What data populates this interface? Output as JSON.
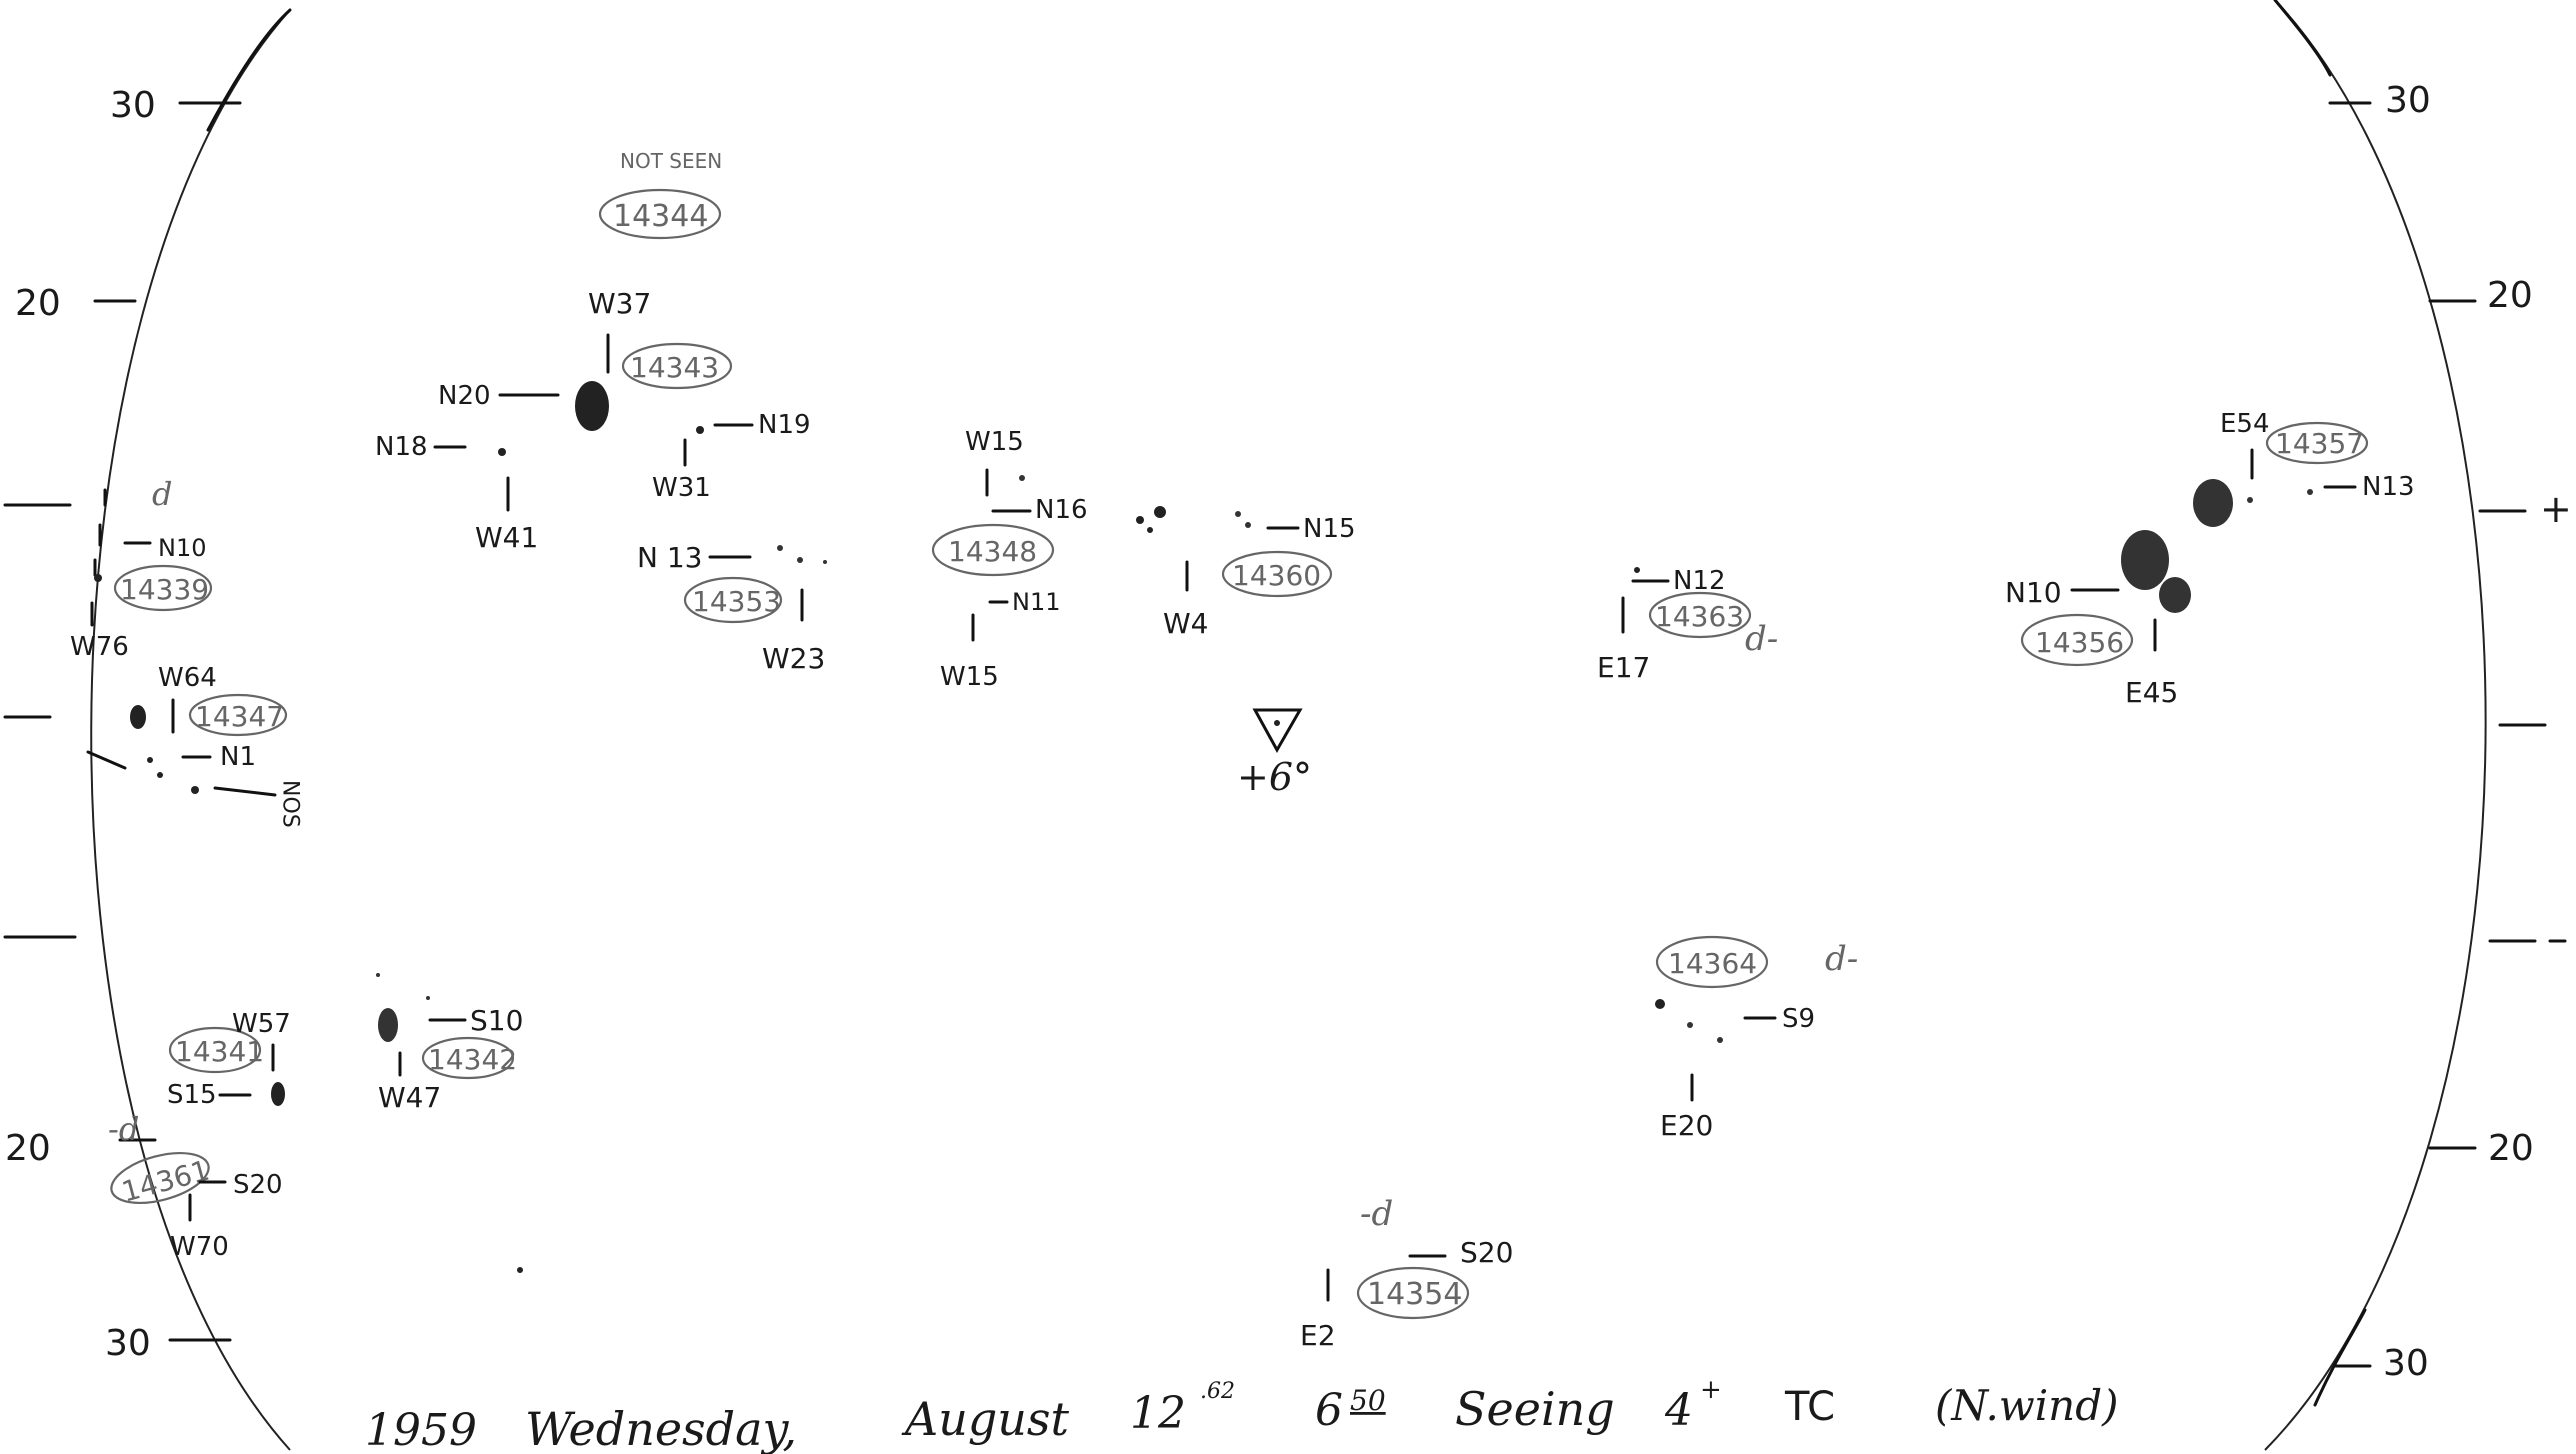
{
  "scale_labels": {
    "left_top30": "30",
    "left_top20": "20",
    "left_bottom20": "20",
    "left_bottom30": "30",
    "right_top30": "30",
    "right_top20": "20",
    "right_bottom20": "20",
    "right_bottom30": "30",
    "right_plus": "+"
  },
  "regions": [
    {
      "number": "14344",
      "status": "NOT SEEN"
    },
    {
      "number": "14343",
      "lon": "W37"
    },
    {
      "number": "14339",
      "lat": "N10",
      "lon": "W76"
    },
    {
      "number": "14353",
      "lat": "N 13",
      "lon": "W23"
    },
    {
      "number": "14348",
      "lat": "N16",
      "lon": "W15"
    },
    {
      "number": "14360",
      "lat": "N15",
      "lon": "W4"
    },
    {
      "number": "14363",
      "lat": "N12",
      "lon": "E17"
    },
    {
      "number": "14357",
      "lat": "N13",
      "lon": "E54"
    },
    {
      "number": "14356",
      "lat": "N10",
      "lon": "E45"
    },
    {
      "number": "14347",
      "lat": "N1",
      "lon": "W64"
    },
    {
      "number": "14341",
      "lat": "S15",
      "lon": "W57"
    },
    {
      "number": "14342",
      "lat": "S10",
      "lon": "W47"
    },
    {
      "number": "14361",
      "lat": "S20",
      "lon": "W70"
    },
    {
      "number": "14364",
      "lat": "S9",
      "lon": "E20"
    },
    {
      "number": "14354",
      "lat": "S20",
      "lon": "E2"
    }
  ],
  "extra_labels": {
    "n20": "N20",
    "n18": "N18",
    "w41": "W41",
    "n19": "N19",
    "w31": "W31",
    "w15_lower": "W15",
    "n11": "N11",
    "nos": "NOS",
    "center_mark": "+6°",
    "d_marks": [
      "d",
      "d-",
      "d-",
      "-d",
      "-d"
    ]
  },
  "footer": {
    "year": "1959",
    "day": "Wednesday,",
    "month": "August",
    "date": "12",
    "date_frac": ".62",
    "time": "6",
    "time_min": "50",
    "seeing_label": "Seeing",
    "seeing_value": "4",
    "seeing_sup": "+",
    "tc": "TC",
    "wind": "(N.wind)"
  }
}
